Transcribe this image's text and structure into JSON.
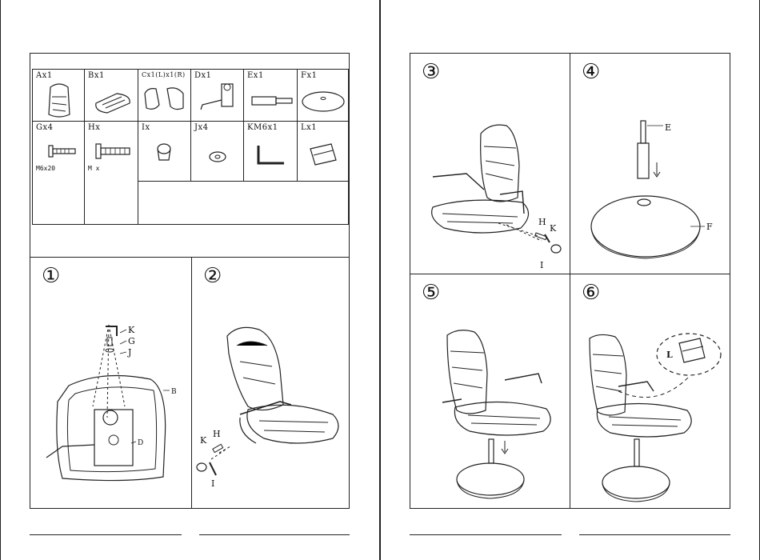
{
  "parts": [
    {
      "label": "Ax1",
      "sub": ""
    },
    {
      "label": "Bx1",
      "sub": ""
    },
    {
      "label": "Cx1(L)x1(R)",
      "sub": ""
    },
    {
      "label": "Dx1",
      "sub": ""
    },
    {
      "label": "Ex1",
      "sub": ""
    },
    {
      "label": "Fx1",
      "sub": ""
    },
    {
      "label": "Gx4",
      "sub": "M6x20"
    },
    {
      "label": "Hx",
      "sub": "M x"
    },
    {
      "label": "Ix",
      "sub": ""
    },
    {
      "label": "Jx4",
      "sub": ""
    },
    {
      "label": "KM6x1",
      "sub": ""
    },
    {
      "label": "Lx1",
      "sub": ""
    }
  ],
  "steps": [
    {
      "number": "①",
      "callouts": [
        "K",
        "G",
        "J",
        "B",
        "D"
      ]
    },
    {
      "number": "②",
      "callouts": [
        "K",
        "H",
        "I"
      ]
    },
    {
      "number": "③",
      "callouts": [
        "H",
        "K",
        "I"
      ]
    },
    {
      "number": "④",
      "callouts": [
        "E",
        "F"
      ]
    },
    {
      "number": "⑤",
      "callouts": []
    },
    {
      "number": "⑥",
      "callouts": [
        "L"
      ]
    }
  ]
}
